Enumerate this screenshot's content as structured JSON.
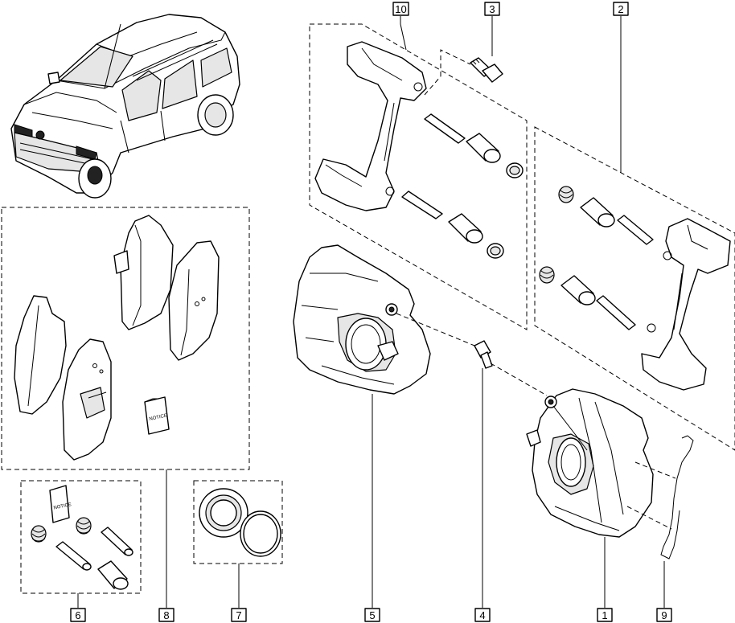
{
  "callouts": [
    {
      "id": "10",
      "label": "10"
    },
    {
      "id": "3",
      "label": "3"
    },
    {
      "id": "2",
      "label": "2"
    },
    {
      "id": "8",
      "label": "8"
    },
    {
      "id": "6",
      "label": "6"
    },
    {
      "id": "7",
      "label": "7"
    },
    {
      "id": "5",
      "label": "5"
    },
    {
      "id": "4",
      "label": "4"
    },
    {
      "id": "1",
      "label": "1"
    },
    {
      "id": "9",
      "label": "9"
    }
  ],
  "notice_labels": {
    "pad_kit": "NOTICE",
    "guide_kit": "NOTICE"
  }
}
